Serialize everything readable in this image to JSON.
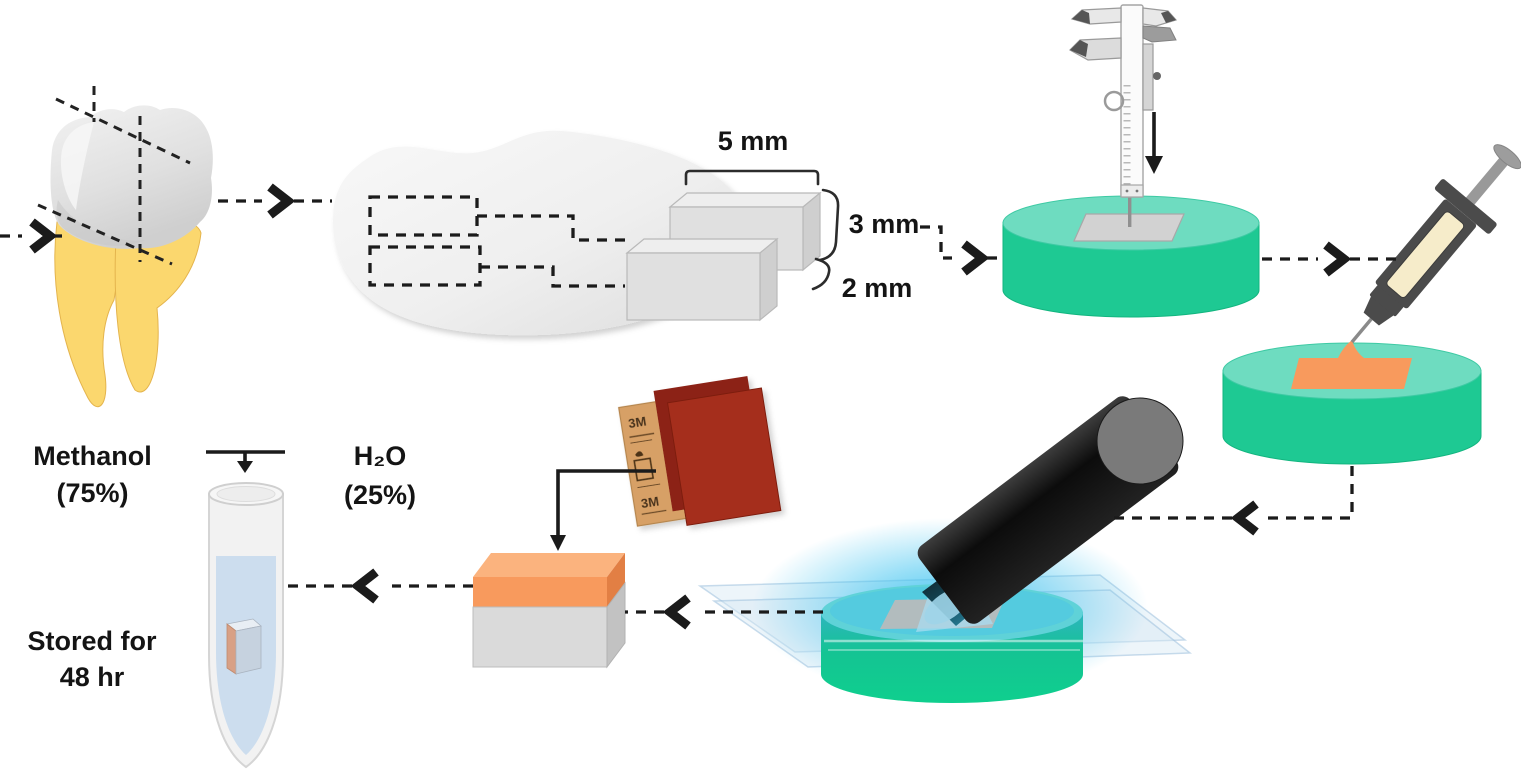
{
  "labels": {
    "dim_width": "5 mm",
    "dim_thickness": "3 mm",
    "dim_depth": "2 mm",
    "solvent_name": "Methanol",
    "solvent_pct": "(75%)",
    "water_name": "H₂O",
    "water_pct": "(25%)",
    "storage_line1": "Stored for",
    "storage_line2": "48 hr",
    "sandpaper_brand_top": "3M",
    "sandpaper_brand_bottom": "3M"
  },
  "icons": [
    "tooth-icon",
    "dentin-slab-icon",
    "specimen-block-icon",
    "caliper-icon",
    "green-disc-icon",
    "syringe-icon",
    "curing-light-icon",
    "glass-slide-icon",
    "sandpaper-icon",
    "test-tube-icon",
    "dashed-arrow-icon",
    "down-arrow-icon"
  ],
  "colors": {
    "disc_top": "#6edcc0",
    "disc_side": "#1ec993",
    "composite_orange": "#f89a5d",
    "composite_orange_light": "#fbb37e",
    "composite_orange_dark": "#e27f44",
    "block_gray": "#e0e0e0",
    "block_gray_top": "#eeeeee",
    "block_gray_side": "#cfcfcf",
    "tooth_crown": "#e2e2e2",
    "tooth_root": "#fbd76e",
    "sandpaper_red": "#8c2013",
    "sandpaper_red_front": "#a52e1b",
    "sandpaper_card": "#d7a066",
    "tube_liquid": "#c9dbee",
    "glow_cyan": "#3fc3ee",
    "gun_black": "#161616",
    "gun_cap": "#7a7a7a",
    "syringe_body": "#4b4b4b",
    "syringe_fill": "#f6ecca",
    "arrow_black": "#1b1b1b"
  }
}
